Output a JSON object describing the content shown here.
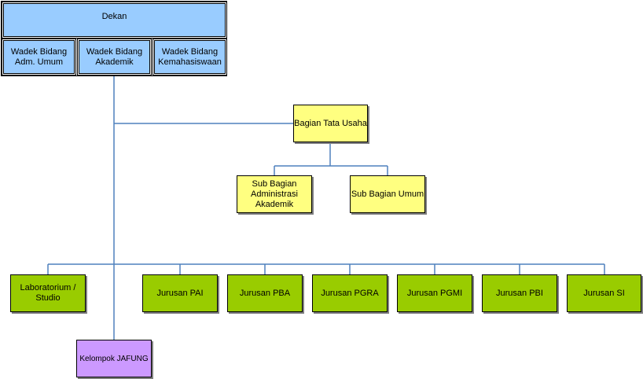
{
  "diagram": {
    "dean": "Dekan",
    "vice_deans": [
      "Wadek Bidang\nAdm. Umum",
      "Wadek Bidang\nAkademik",
      "Wadek Bidang\nKemahasiswaan"
    ],
    "admin_office": "Bagian Tata Usaha",
    "sub_sections": [
      "Sub Bagian\nAdministrasi\nAkademik",
      "Sub Bagian Umum"
    ],
    "units": [
      "Laboratorium /\nStudio",
      "Jurusan PAI",
      "Jurusan PBA",
      "Jurusan PGRA",
      "Jurusan PGMI",
      "Jurusan PBI",
      "Jurusan SI"
    ],
    "functional_group": "Kelompok JAFUNG",
    "colors": {
      "leadership": "#99ccff",
      "administration": "#ffff80",
      "units": "#99cc00",
      "functional": "#cc99ff",
      "connector": "#4f81bd"
    }
  }
}
